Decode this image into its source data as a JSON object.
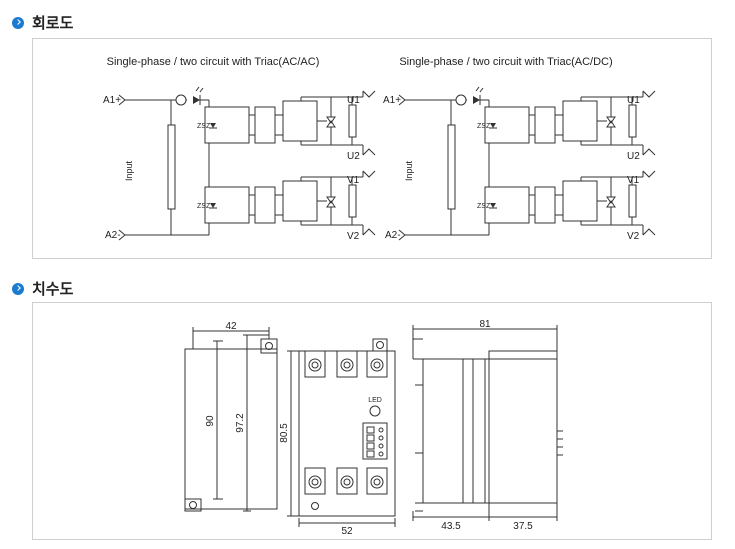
{
  "sections": {
    "circuit_title": "회로도",
    "dimension_title": "치수도"
  },
  "circuit_left": {
    "caption": "Single-phase / two circuit  with Triac(AC/AC)",
    "in_top": "A1+",
    "in_bottom": "A2-",
    "input_label": "Input",
    "out1": "U1",
    "out2": "U2",
    "out3": "V1",
    "out4": "V2",
    "zsz1": "ZSZ",
    "zsz2": "ZSZ"
  },
  "circuit_right": {
    "caption": "Single-phase / two circuit  with Triac(AC/DC)",
    "in_top": "A1+",
    "in_bottom": "A2-",
    "input_label": "Input",
    "out1": "U1",
    "out2": "U2",
    "out3": "V1",
    "out4": "V2",
    "zsz1": "ZSZ",
    "zsz2": "ZSZ"
  },
  "dimensions": {
    "width_42": "42",
    "height_90": "90",
    "height_97_2": "97.2",
    "height_80_5": "80.5",
    "width_52": "52",
    "led": "LED",
    "length_81": "81",
    "length_43_5": "43.5",
    "length_37_5": "37.5"
  }
}
